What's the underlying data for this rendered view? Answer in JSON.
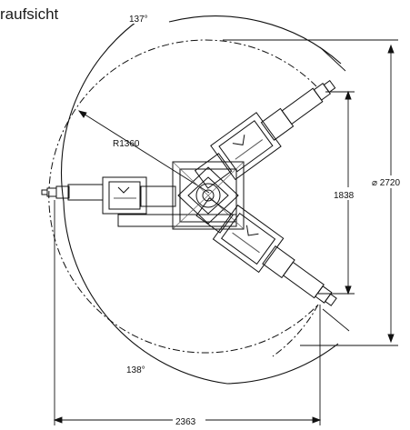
{
  "title": "raufsicht",
  "dimensions": {
    "angle_top": "137°",
    "angle_bottom": "138°",
    "radius": "R1360",
    "diameter": "⌀ 2720",
    "arm_span": "1838",
    "width": "2363"
  },
  "colors": {
    "line": "#111111",
    "hatch": "#555555",
    "background": "#ffffff"
  }
}
